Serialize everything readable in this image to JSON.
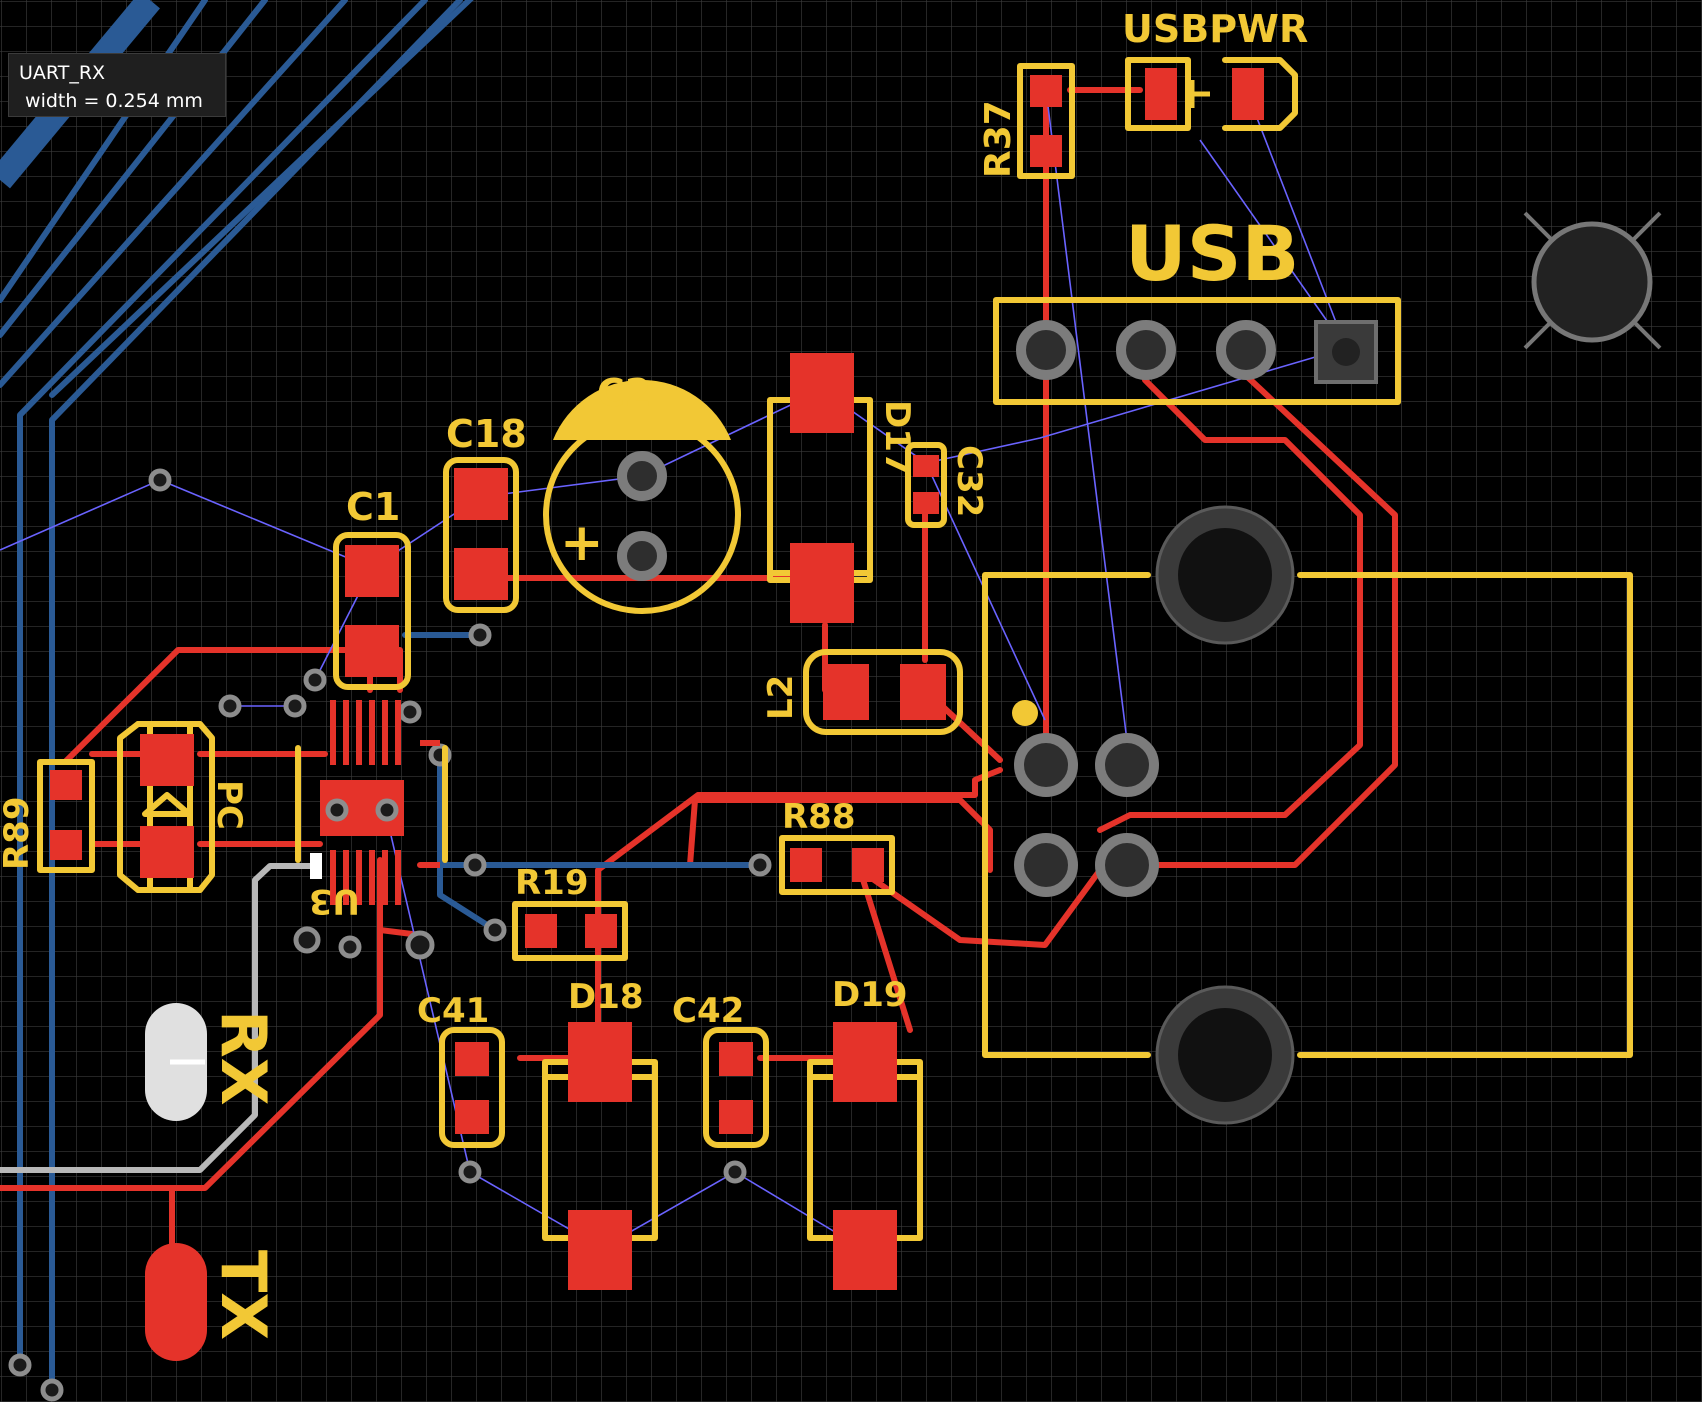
{
  "tooltip": {
    "net_name": "UART_RX",
    "width_text": " width = 0.254 mm"
  },
  "designators": {
    "usbpwr": "USBPWR",
    "r37": "R37",
    "usb": "USB",
    "c2": "C2",
    "c18": "C18",
    "c1": "C1",
    "d17": "D17",
    "c32": "C32",
    "l2": "L2",
    "r89": "R89",
    "pc": "PC",
    "u3": "U3",
    "r88": "R88",
    "r19": "R19",
    "c41": "C41",
    "d18": "D18",
    "c42": "C42",
    "d19": "D19",
    "rx": "RX",
    "tx": "TX",
    "polarity_plus": "+"
  },
  "colors": {
    "background": "#000000",
    "grid": "#3a3a3a",
    "silkscreen": "#f2c835",
    "top_copper": "#e5332a",
    "bottom_copper": "#2a5a95",
    "ratsnest": "#6a63ff",
    "selected_trace": "#b8b8b8"
  }
}
